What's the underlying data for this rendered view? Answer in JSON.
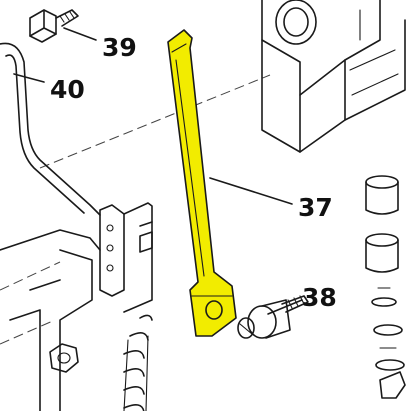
{
  "callouts": [
    {
      "id": "39",
      "text": "39"
    },
    {
      "id": "40",
      "text": "40"
    },
    {
      "id": "37",
      "text": "37"
    },
    {
      "id": "38",
      "text": "38"
    }
  ],
  "colors": {
    "highlight": "#f2ec00",
    "ink": "#1a1a1a",
    "background": "#ffffff"
  },
  "highlighted_part": "37"
}
